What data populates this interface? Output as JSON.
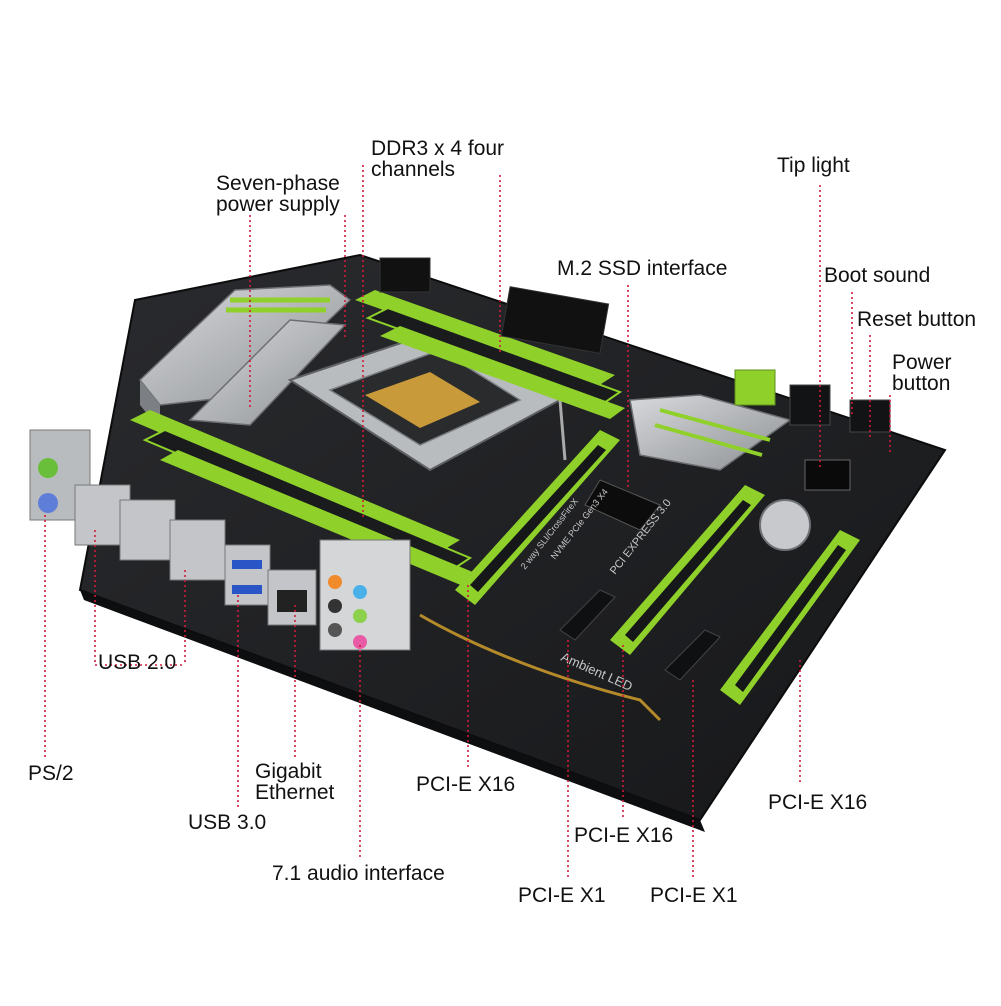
{
  "labels": {
    "ddr3_line1": "DDR3 x 4 four",
    "ddr3_line2": "channels",
    "seven_phase_line1": "Seven-phase",
    "seven_phase_line2": "power supply",
    "tip_light": "Tip light",
    "m2_ssd": "M.2 SSD interface",
    "boot_sound": "Boot sound",
    "reset_button": "Reset button",
    "power_button_line1": "Power",
    "power_button_line2": "button",
    "usb20": "USB 2.0",
    "ps2": "PS/2",
    "gigabit_line1": "Gigabit",
    "gigabit_line2": "Ethernet",
    "usb30": "USB 3.0",
    "audio": "7.1 audio interface",
    "pcie_x16_left": "PCI-E X16",
    "pcie_x16_mid": "PCI-E X16",
    "pcie_x16_right": "PCI-E X16",
    "pcie_x1_left": "PCI-E X1",
    "pcie_x1_right": "PCI-E X1"
  },
  "board_print": {
    "ambient_led": "Ambient LED",
    "pci_express": "PCI EXPRESS 3.0",
    "nvme": "NVME PCIe Gen3 X4",
    "crossfire": "2 way SLI/CrossFireX"
  },
  "colors": {
    "accent_green": "#8fd12a",
    "board": "#1e1f21",
    "heatsink": "#a9abae",
    "leader": "#d11a3a"
  }
}
